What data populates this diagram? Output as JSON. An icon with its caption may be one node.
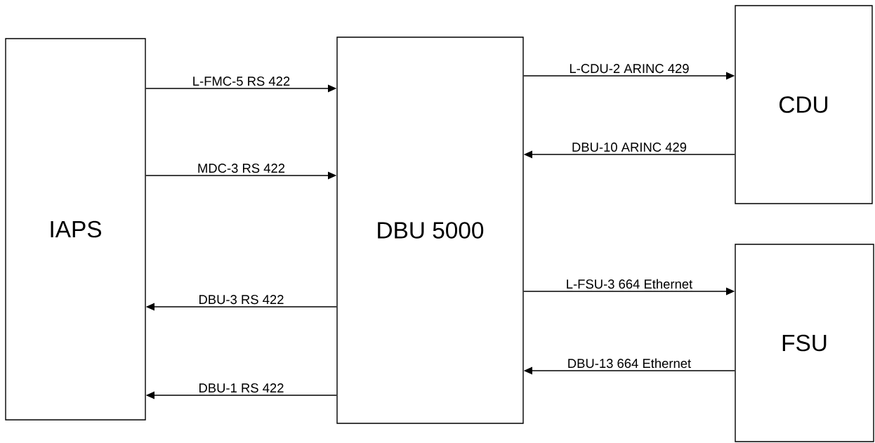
{
  "diagram": {
    "nodes": [
      {
        "text": [
          "IAPS"
        ]
      },
      {
        "text": [
          "DBU 5000"
        ]
      },
      {
        "text": [
          "CDU"
        ]
      },
      {
        "text": [
          "FSU"
        ]
      }
    ],
    "edges": [
      {
        "from": 0,
        "to": 1,
        "arrow": "to",
        "label": "L-FMC-5 RS 422"
      },
      {
        "from": 0,
        "to": 1,
        "arrow": "to",
        "label": "MDC-3 RS 422"
      },
      {
        "from": 1,
        "to": 0,
        "arrow": "to",
        "label": "DBU-3 RS 422"
      },
      {
        "from": 1,
        "to": 0,
        "arrow": "to",
        "label": "DBU-1 RS 422"
      },
      {
        "from": 1,
        "to": 2,
        "arrow": "to",
        "label": "L-CDU-2 ARINC 429"
      },
      {
        "from": 2,
        "to": 1,
        "arrow": "to",
        "label": "DBU-10 ARINC 429"
      },
      {
        "from": 1,
        "to": 3,
        "arrow": "to",
        "label": "L-FSU-3 664 Ethernet"
      },
      {
        "from": 3,
        "to": 1,
        "arrow": "to",
        "label": "DBU-13 664 Ethernet"
      }
    ]
  }
}
